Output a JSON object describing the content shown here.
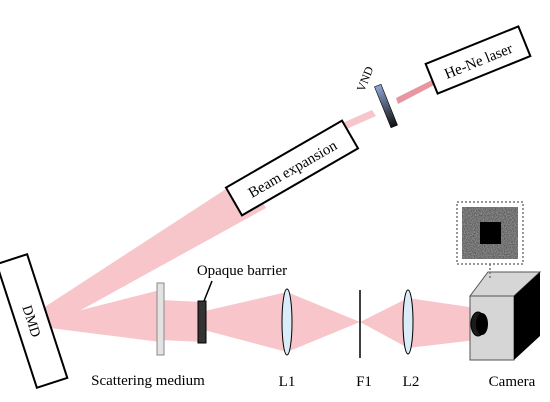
{
  "colors": {
    "beam": "#f2a0a8",
    "beam_dark": "#d9505f",
    "outline": "#000000",
    "lens": "#d9ecf7",
    "vnd_top": "#8fa6d6",
    "vnd_bottom": "#111111",
    "medium": "#e3e3e3",
    "camera_top": "#d6d6d6",
    "camera_side": "#000000",
    "inset_frame": "#777777"
  },
  "components": {
    "laser": "He-Ne laser",
    "vnd": "VND",
    "beam_expansion": "Beam expansion",
    "dmd": "DMD",
    "opaque_barrier": "Opaque barrier",
    "scattering_medium": "Scattering medium",
    "lens1": "L1",
    "filter1": "F1",
    "lens2": "L2",
    "camera": "Camera"
  },
  "icons": {
    "camera": "camera-icon",
    "speckle_inset": "speckle-image-icon"
  }
}
